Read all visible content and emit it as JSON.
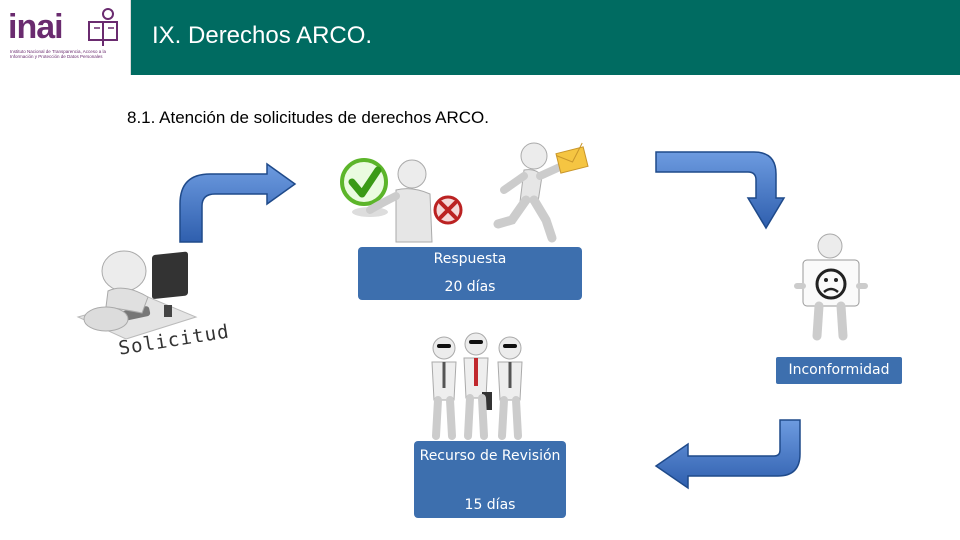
{
  "logo": {
    "word": "inai",
    "tagline": "Instituto Nacional de Transparencia, Acceso a la Información y Protección de Datos Personales"
  },
  "header": {
    "title": "IX. Derechos ARCO."
  },
  "section": {
    "subtitle": "8.1. Atención de solicitudes de derechos ARCO."
  },
  "labels": {
    "solicitud": "Solicitud",
    "respuesta": "Respuesta",
    "respuesta_plazo": "20 días",
    "inconformidad": "Inconformidad",
    "recurso": "Recurso de Revisión",
    "recurso_plazo": "15 días"
  },
  "colors": {
    "header_green": "#006b61",
    "box_blue": "#3d6fae",
    "brand_purple": "#6a2b6f"
  },
  "icons": [
    "person-at-computer-icon",
    "person-with-check-and-cross-icon",
    "running-person-with-envelope-icon",
    "sad-face-sign-person-icon",
    "three-businessmen-icon",
    "curved-arrow-icon"
  ]
}
